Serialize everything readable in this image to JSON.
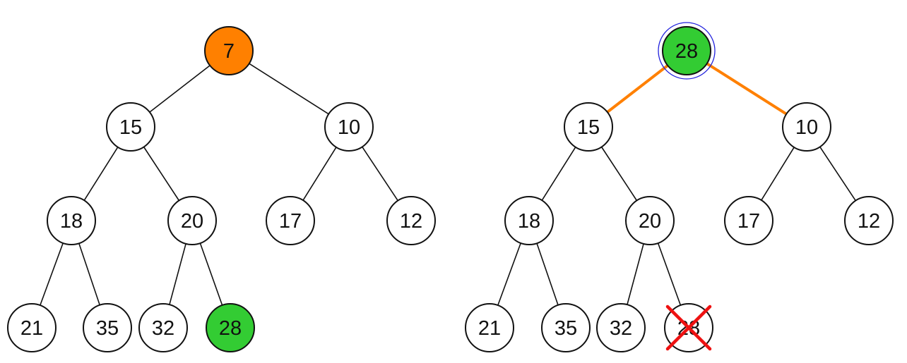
{
  "colors": {
    "background": "#ffffff",
    "node_fill": "#ffffff",
    "node_stroke": "#111111",
    "edge": "#111111",
    "root_highlight": "#ff8000",
    "moved_node": "#33cc33",
    "highlight_edge": "#ff8000",
    "focus_ring": "#2222dd",
    "delete_mark": "#ee1111"
  },
  "trees": [
    {
      "name": "tree-before",
      "nodes": [
        {
          "id": "a",
          "label": "7",
          "state": "root-highlight"
        },
        {
          "id": "b",
          "label": "15",
          "state": "normal"
        },
        {
          "id": "c",
          "label": "10",
          "state": "normal"
        },
        {
          "id": "d",
          "label": "18",
          "state": "normal"
        },
        {
          "id": "e",
          "label": "20",
          "state": "normal"
        },
        {
          "id": "f",
          "label": "17",
          "state": "normal"
        },
        {
          "id": "g",
          "label": "12",
          "state": "normal"
        },
        {
          "id": "h",
          "label": "21",
          "state": "normal"
        },
        {
          "id": "i",
          "label": "35",
          "state": "normal"
        },
        {
          "id": "j",
          "label": "32",
          "state": "normal"
        },
        {
          "id": "k",
          "label": "28",
          "state": "moved"
        }
      ],
      "edges": [
        {
          "from": "a",
          "to": "b",
          "style": "normal"
        },
        {
          "from": "a",
          "to": "c",
          "style": "normal"
        },
        {
          "from": "b",
          "to": "d",
          "style": "normal"
        },
        {
          "from": "b",
          "to": "e",
          "style": "normal"
        },
        {
          "from": "c",
          "to": "f",
          "style": "normal"
        },
        {
          "from": "c",
          "to": "g",
          "style": "normal"
        },
        {
          "from": "d",
          "to": "h",
          "style": "normal"
        },
        {
          "from": "d",
          "to": "i",
          "style": "normal"
        },
        {
          "from": "e",
          "to": "j",
          "style": "normal"
        },
        {
          "from": "e",
          "to": "k",
          "style": "normal"
        }
      ]
    },
    {
      "name": "tree-after",
      "nodes": [
        {
          "id": "a",
          "label": "28",
          "state": "moved-focused"
        },
        {
          "id": "b",
          "label": "15",
          "state": "normal"
        },
        {
          "id": "c",
          "label": "10",
          "state": "normal"
        },
        {
          "id": "d",
          "label": "18",
          "state": "normal"
        },
        {
          "id": "e",
          "label": "20",
          "state": "normal"
        },
        {
          "id": "f",
          "label": "17",
          "state": "normal"
        },
        {
          "id": "g",
          "label": "12",
          "state": "normal"
        },
        {
          "id": "h",
          "label": "21",
          "state": "normal"
        },
        {
          "id": "i",
          "label": "35",
          "state": "normal"
        },
        {
          "id": "j",
          "label": "32",
          "state": "normal"
        },
        {
          "id": "k",
          "label": "28",
          "state": "deleted"
        }
      ],
      "edges": [
        {
          "from": "a",
          "to": "b",
          "style": "highlight"
        },
        {
          "from": "a",
          "to": "c",
          "style": "highlight"
        },
        {
          "from": "b",
          "to": "d",
          "style": "normal"
        },
        {
          "from": "b",
          "to": "e",
          "style": "normal"
        },
        {
          "from": "c",
          "to": "f",
          "style": "normal"
        },
        {
          "from": "c",
          "to": "g",
          "style": "normal"
        },
        {
          "from": "d",
          "to": "h",
          "style": "normal"
        },
        {
          "from": "d",
          "to": "i",
          "style": "normal"
        },
        {
          "from": "e",
          "to": "j",
          "style": "normal"
        },
        {
          "from": "e",
          "to": "k",
          "style": "normal"
        }
      ]
    }
  ]
}
